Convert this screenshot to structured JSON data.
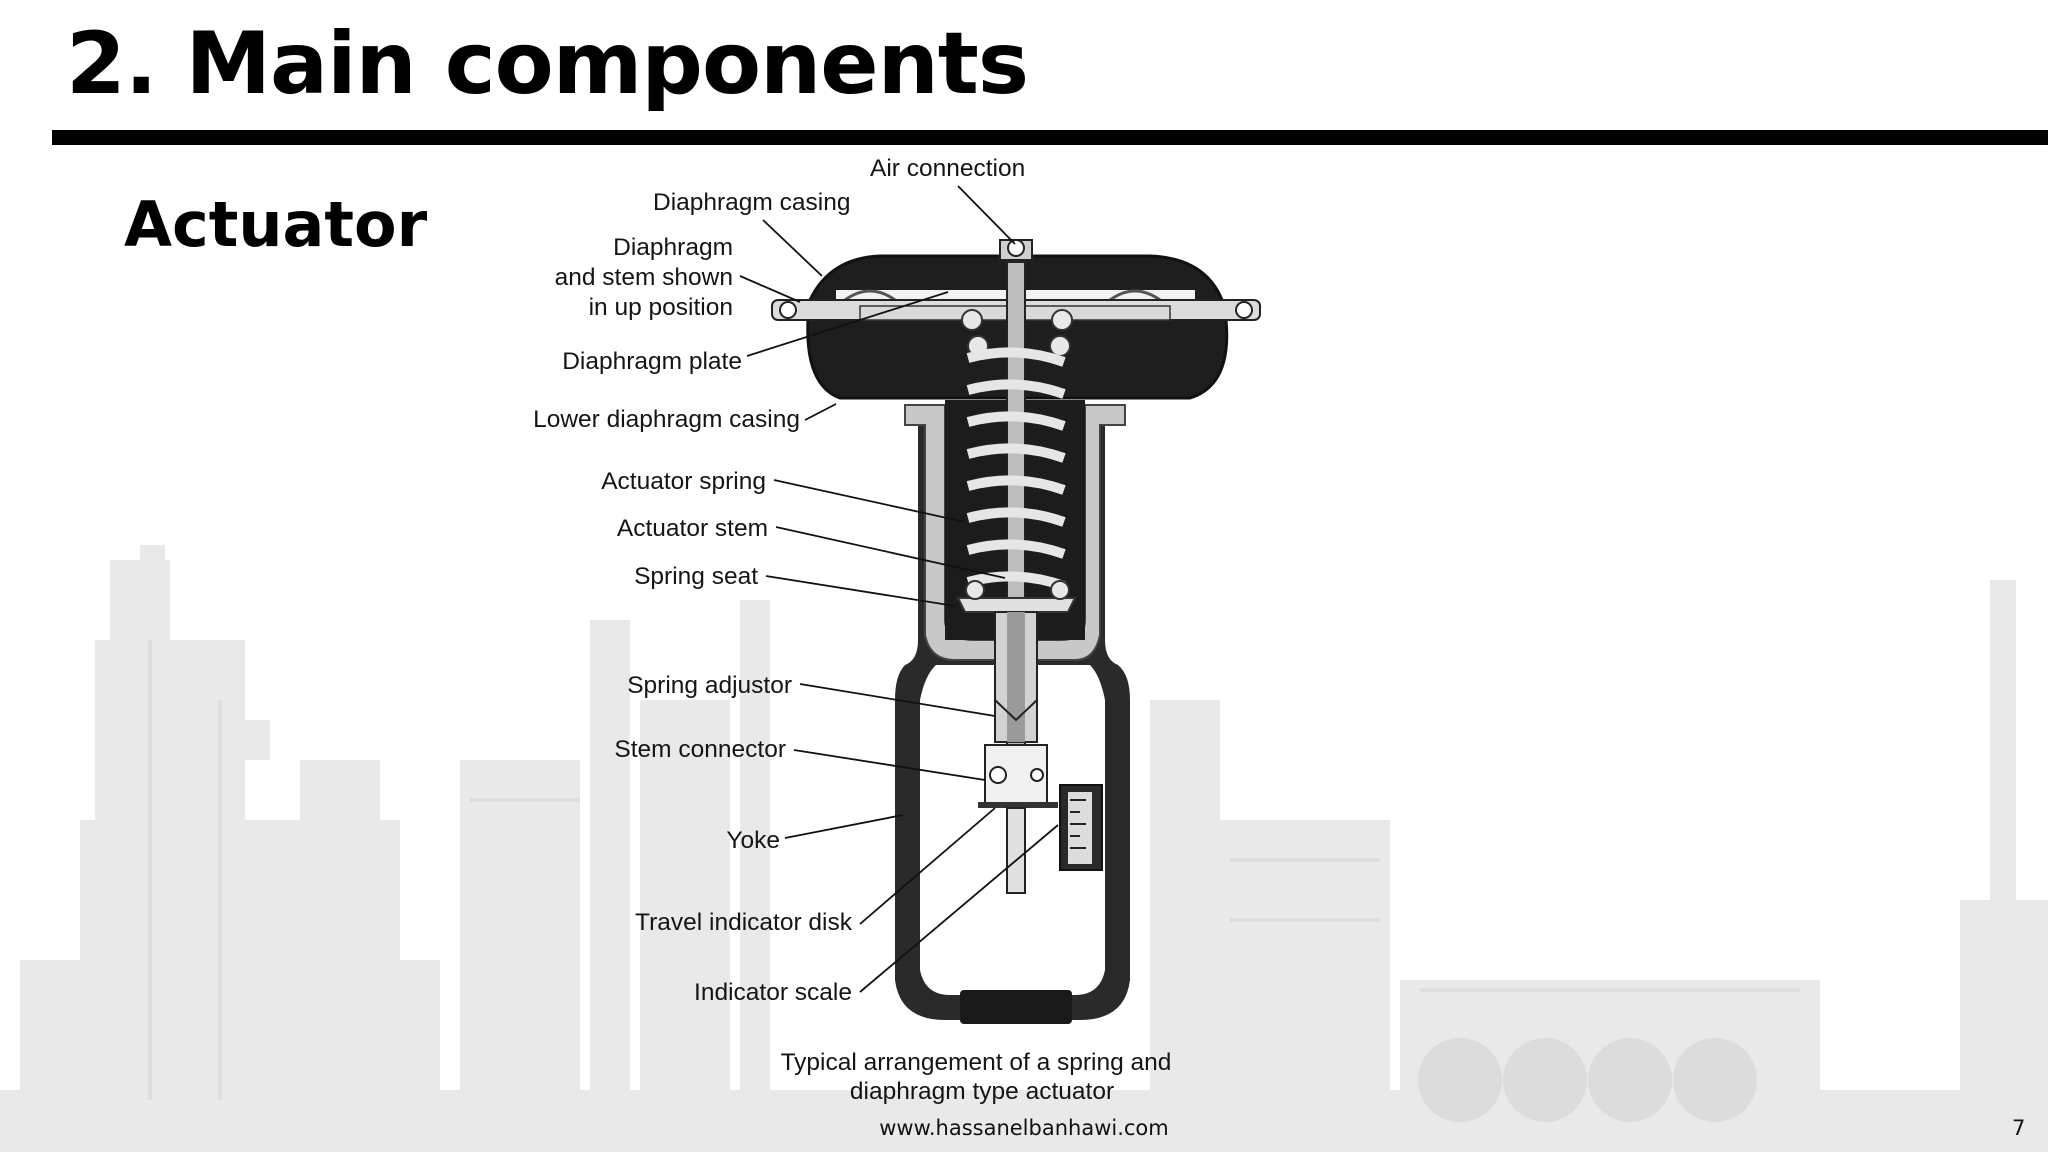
{
  "slide": {
    "title": "2. Main components",
    "subtitle": "Actuator",
    "footer_url": "www.hassanelbanhawi.com",
    "page_number": "7"
  },
  "diagram": {
    "labels": {
      "air_connection": "Air connection",
      "diaphragm_casing": "Diaphragm casing",
      "diaphragm_line1": "Diaphragm",
      "diaphragm_line2": "and stem shown",
      "diaphragm_line3": "in up position",
      "diaphragm_plate": "Diaphragm plate",
      "lower_diaphragm_casing": "Lower diaphragm casing",
      "actuator_spring": "Actuator spring",
      "actuator_stem": "Actuator stem",
      "spring_seat": "Spring seat",
      "spring_adjustor": "Spring adjustor",
      "stem_connector": "Stem connector",
      "yoke": "Yoke",
      "travel_indicator_disk": "Travel indicator disk",
      "indicator_scale": "Indicator scale"
    },
    "caption_line1": "Typical arrangement of a spring and",
    "caption_line2": "diaphragm type actuator"
  },
  "colors": {
    "title_rule": "#000000",
    "background_silhouette": "#e9e9e9",
    "actuator_dark": "#1c1c1c"
  }
}
